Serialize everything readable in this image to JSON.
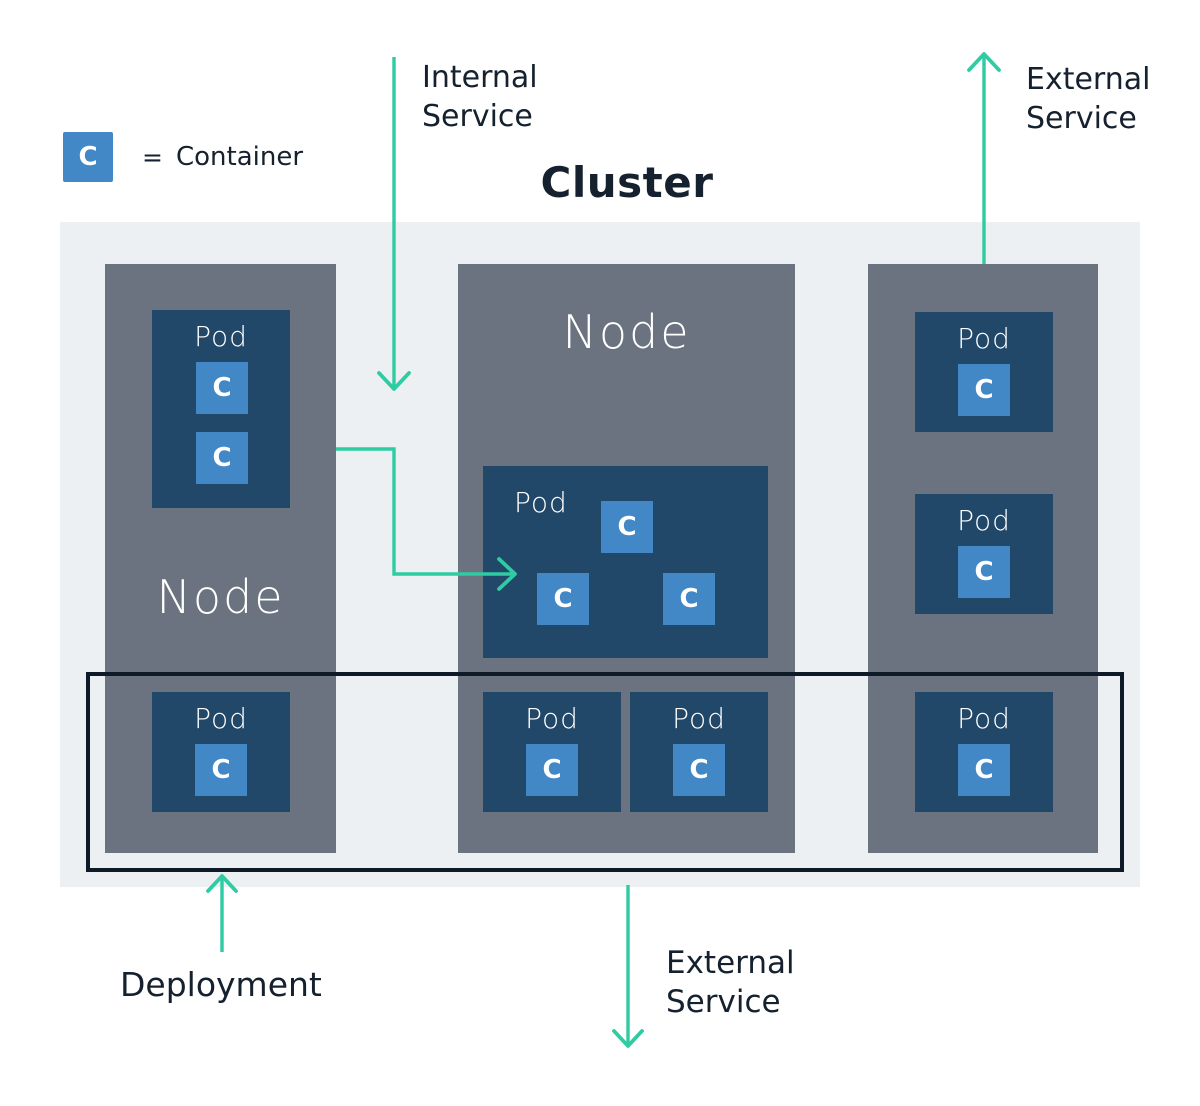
{
  "colors": {
    "green": "#2fcba3",
    "node_gray": "#6a737f",
    "pod_navy": "#214769",
    "container_blue": "#4287c6",
    "cluster_bg": "#edf0f3",
    "text_dark": "#15212e",
    "deployment_border": "#0e1a28",
    "white": "#ffffff"
  },
  "legend": {
    "symbol": "C",
    "equals_sign": "=",
    "label": "Container"
  },
  "title": "Cluster",
  "annotations": {
    "internal_service": "Internal Service",
    "external_service_top": "External Service",
    "external_service_bottom": "External Service",
    "deployment": "Deployment"
  },
  "nodes": [
    {
      "label": "Node",
      "pods": [
        {
          "label": "Pod",
          "containers": [
            "C",
            "C"
          ]
        },
        {
          "label": "Pod",
          "containers": [
            "C"
          ]
        }
      ]
    },
    {
      "label": "Node",
      "pods": [
        {
          "label": "Pod",
          "containers": [
            "C",
            "C",
            "C"
          ]
        },
        {
          "label": "Pod",
          "containers": [
            "C"
          ]
        },
        {
          "label": "Pod",
          "containers": [
            "C"
          ]
        }
      ]
    },
    {
      "pods": [
        {
          "label": "Pod",
          "containers": [
            "C"
          ]
        },
        {
          "label": "Pod",
          "containers": [
            "C"
          ]
        },
        {
          "label": "Pod",
          "containers": [
            "C"
          ]
        }
      ]
    }
  ]
}
